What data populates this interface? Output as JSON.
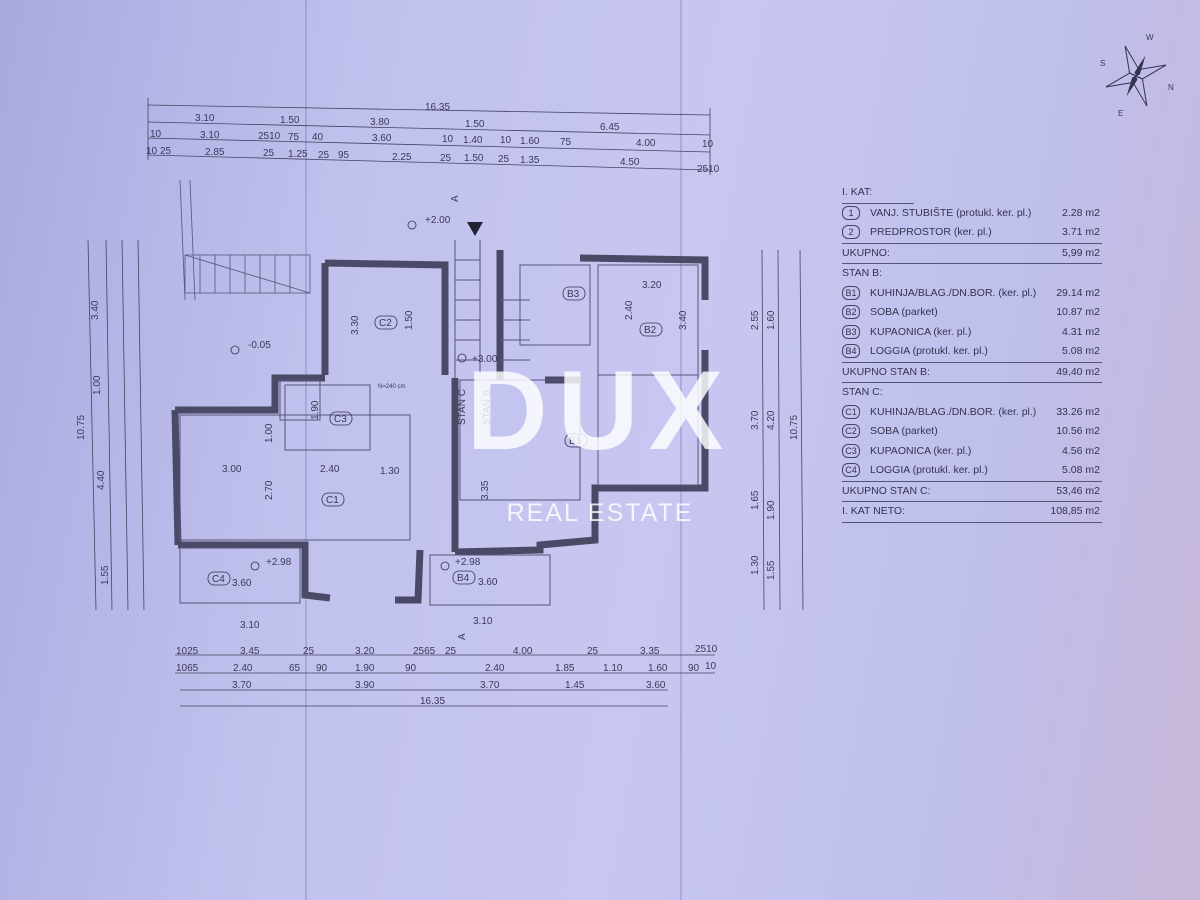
{
  "dimensions": {
    "top_total": "16.35",
    "top_row1": [
      "3.10",
      "1.50",
      "3.80",
      "1.50",
      "6.45"
    ],
    "top_row2": [
      "10",
      "3.10",
      "2510",
      "75",
      "40",
      "3.60",
      "10",
      "1.40",
      "10",
      "1.60",
      "75",
      "4.00",
      "10"
    ],
    "top_row3": [
      "10",
      "25",
      "2.85",
      "25",
      "1.25",
      "25",
      "95",
      "2.25",
      "25",
      "1.50",
      "25",
      "1.35",
      "4.50",
      "2510"
    ],
    "bottom_row1": [
      "1025",
      "3.45",
      "25",
      "3.20",
      "2565",
      "25",
      "4.00",
      "25",
      "3.35",
      "2510"
    ],
    "bottom_row2": [
      "1065",
      "2.40",
      "65",
      "90",
      "1.90",
      "90",
      "2.40",
      "1.85",
      "1.10",
      "1.60",
      "90",
      "10"
    ],
    "bottom_row3": [
      "3.70",
      "3.90",
      "3.70",
      "1.45",
      "3.60"
    ],
    "bottom_total": "16.35",
    "left_total": "10.75",
    "left_col": [
      "3.40",
      "1.00",
      "4.40",
      "1.55"
    ],
    "right_total": "10.75",
    "right_col": [
      "2.55",
      "1.60",
      "3.70",
      "4.20",
      "1.65",
      "1.90",
      "1.30",
      "1.55"
    ]
  },
  "plan_labels": {
    "level_stair": "+2.00",
    "level_left": "-0.05",
    "level_mid": "+3.00",
    "level_c4": "+2.98",
    "level_b4": "+2.98",
    "section_mark": "A",
    "rooms": {
      "C1": "C1",
      "C2": "C2",
      "C3": "C3",
      "C4": "C4",
      "B1": "B1",
      "B2": "B2",
      "B3": "B3",
      "B4": "B4"
    },
    "stan_c": "STAN C",
    "stan_b": "STAN B",
    "door_note": "N=240 cm",
    "inner_dims": [
      "3.00",
      "2.40",
      "1.30",
      "2.70",
      "3.30",
      "1.50",
      "3.20",
      "2.40",
      "3.40",
      "3.35",
      "3.60",
      "3.60",
      "3.10",
      "3.10",
      "1.90",
      "1.00"
    ]
  },
  "area_table": {
    "title": "I. KAT:",
    "rows": [
      {
        "code": "1",
        "name": "VANJ. STUBIŠTE (protukl. ker. pl.)",
        "value": "2.28 m2"
      },
      {
        "code": "2",
        "name": "PREDPROSTOR (ker. pl.)",
        "value": "3.71 m2"
      }
    ],
    "subtotal": {
      "label": "UKUPNO:",
      "value": "5,99 m2"
    },
    "stan_b_title": "STAN B:",
    "stan_b_rows": [
      {
        "code": "B1",
        "name": "KUHINJA/BLAG./DN.BOR. (ker. pl.)",
        "value": "29.14 m2"
      },
      {
        "code": "B2",
        "name": "SOBA (parket)",
        "value": "10.87 m2"
      },
      {
        "code": "B3",
        "name": "KUPAONICA (ker. pl.)",
        "value": "4.31 m2"
      },
      {
        "code": "B4",
        "name": "LOGGIA (protukl. ker. pl.)",
        "value": "5.08 m2"
      }
    ],
    "stan_b_total": {
      "label": "UKUPNO STAN B:",
      "value": "49,40 m2"
    },
    "stan_c_title": "STAN C:",
    "stan_c_rows": [
      {
        "code": "C1",
        "name": "KUHINJA/BLAG./DN.BOR. (ker. pl.)",
        "value": "33.26 m2"
      },
      {
        "code": "C2",
        "name": "SOBA (parket)",
        "value": "10.56 m2"
      },
      {
        "code": "C3",
        "name": "KUPAONICA (ker. pl.)",
        "value": "4.56 m2"
      },
      {
        "code": "C4",
        "name": "LOGGIA (protukl. ker. pl.)",
        "value": "5.08 m2"
      }
    ],
    "stan_c_total": {
      "label": "UKUPNO STAN C:",
      "value": "53,46 m2"
    },
    "net_total": {
      "label": "I. KAT NETO:",
      "value": "108,85 m2"
    }
  },
  "watermark": {
    "logo": "DUX",
    "tagline": "REAL ESTATE"
  },
  "compass": {
    "n": "N",
    "s": "S",
    "e": "E",
    "w": "W"
  },
  "colors": {
    "paper": "#c1c1ee",
    "ink": "#3a3a5a",
    "wall": "#4a4a66",
    "watermark": "#ffffff"
  }
}
